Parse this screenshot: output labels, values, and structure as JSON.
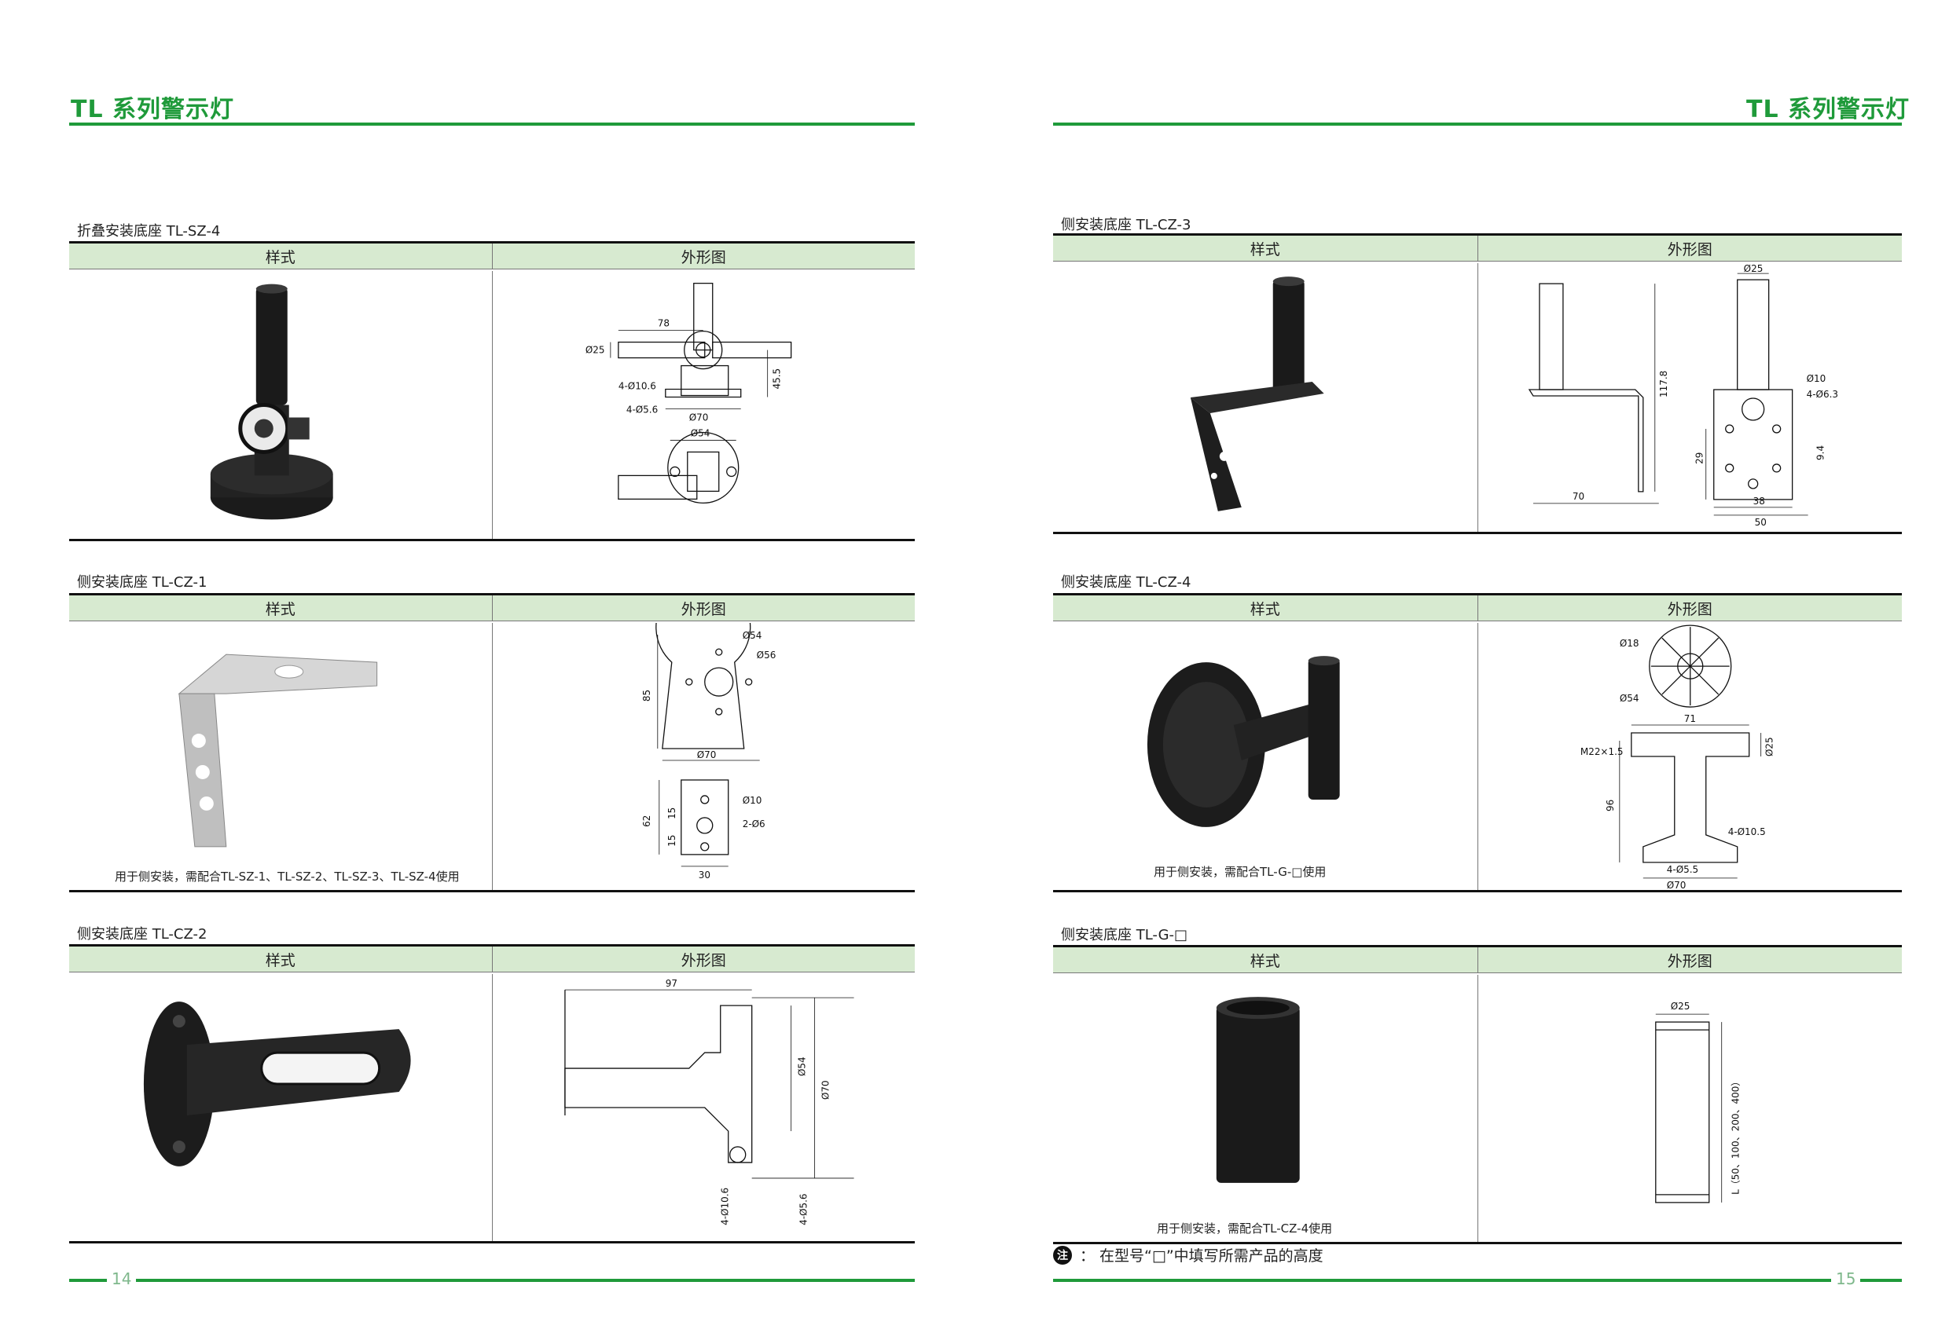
{
  "header": {
    "left_brand": "TL 系列警示灯",
    "right_brand": "TL 系列警示灯"
  },
  "columns": {
    "style": "样式",
    "outline": "外形图"
  },
  "sections": {
    "sz4": {
      "title": "折叠安装底座  TL-SZ-4",
      "note": ""
    },
    "cz1": {
      "title": "侧安装底座  TL-CZ-1",
      "note": "用于侧安装，需配合TL-SZ-1、TL-SZ-2、TL-SZ-3、TL-SZ-4使用"
    },
    "cz2": {
      "title": "侧安装底座  TL-CZ-2",
      "note": ""
    },
    "cz3": {
      "title": "侧安装底座  TL-CZ-3",
      "note": ""
    },
    "cz4": {
      "title": "侧安装底座  TL-CZ-4",
      "note": "用于侧安装，需配合TL-G-□使用"
    },
    "g": {
      "title": "侧安装底座  TL-G-□",
      "note": "用于侧安装，需配合TL-CZ-4使用"
    }
  },
  "dims": {
    "sz4": [
      "78",
      "Ø25",
      "4-Ø10.6",
      "4-Ø5.6",
      "Ø70",
      "45.5",
      "Ø54"
    ],
    "cz1": [
      "Ø54",
      "Ø56",
      "85",
      "Ø70",
      "Ø10",
      "2-Ø6",
      "62",
      "15",
      "15",
      "30"
    ],
    "cz2": [
      "97",
      "Ø54",
      "Ø70",
      "4-Ø10.6",
      "4-Ø5.6"
    ],
    "cz3": [
      "Ø25",
      "117.8",
      "Ø10",
      "4-Ø6.3",
      "9.4",
      "29",
      "70",
      "38",
      "50"
    ],
    "cz4": [
      "Ø18",
      "Ø54",
      "71",
      "M22×1.5",
      "Ø25",
      "96",
      "4-Ø10.5",
      "4-Ø5.5",
      "Ø70"
    ],
    "g": [
      "Ø25",
      "L（50、100、200、400）"
    ]
  },
  "footer": {
    "page_left": "14",
    "page_right": "15",
    "note_icon": "注",
    "note_text": "：  在型号“□”中填写所需产品的高度"
  }
}
